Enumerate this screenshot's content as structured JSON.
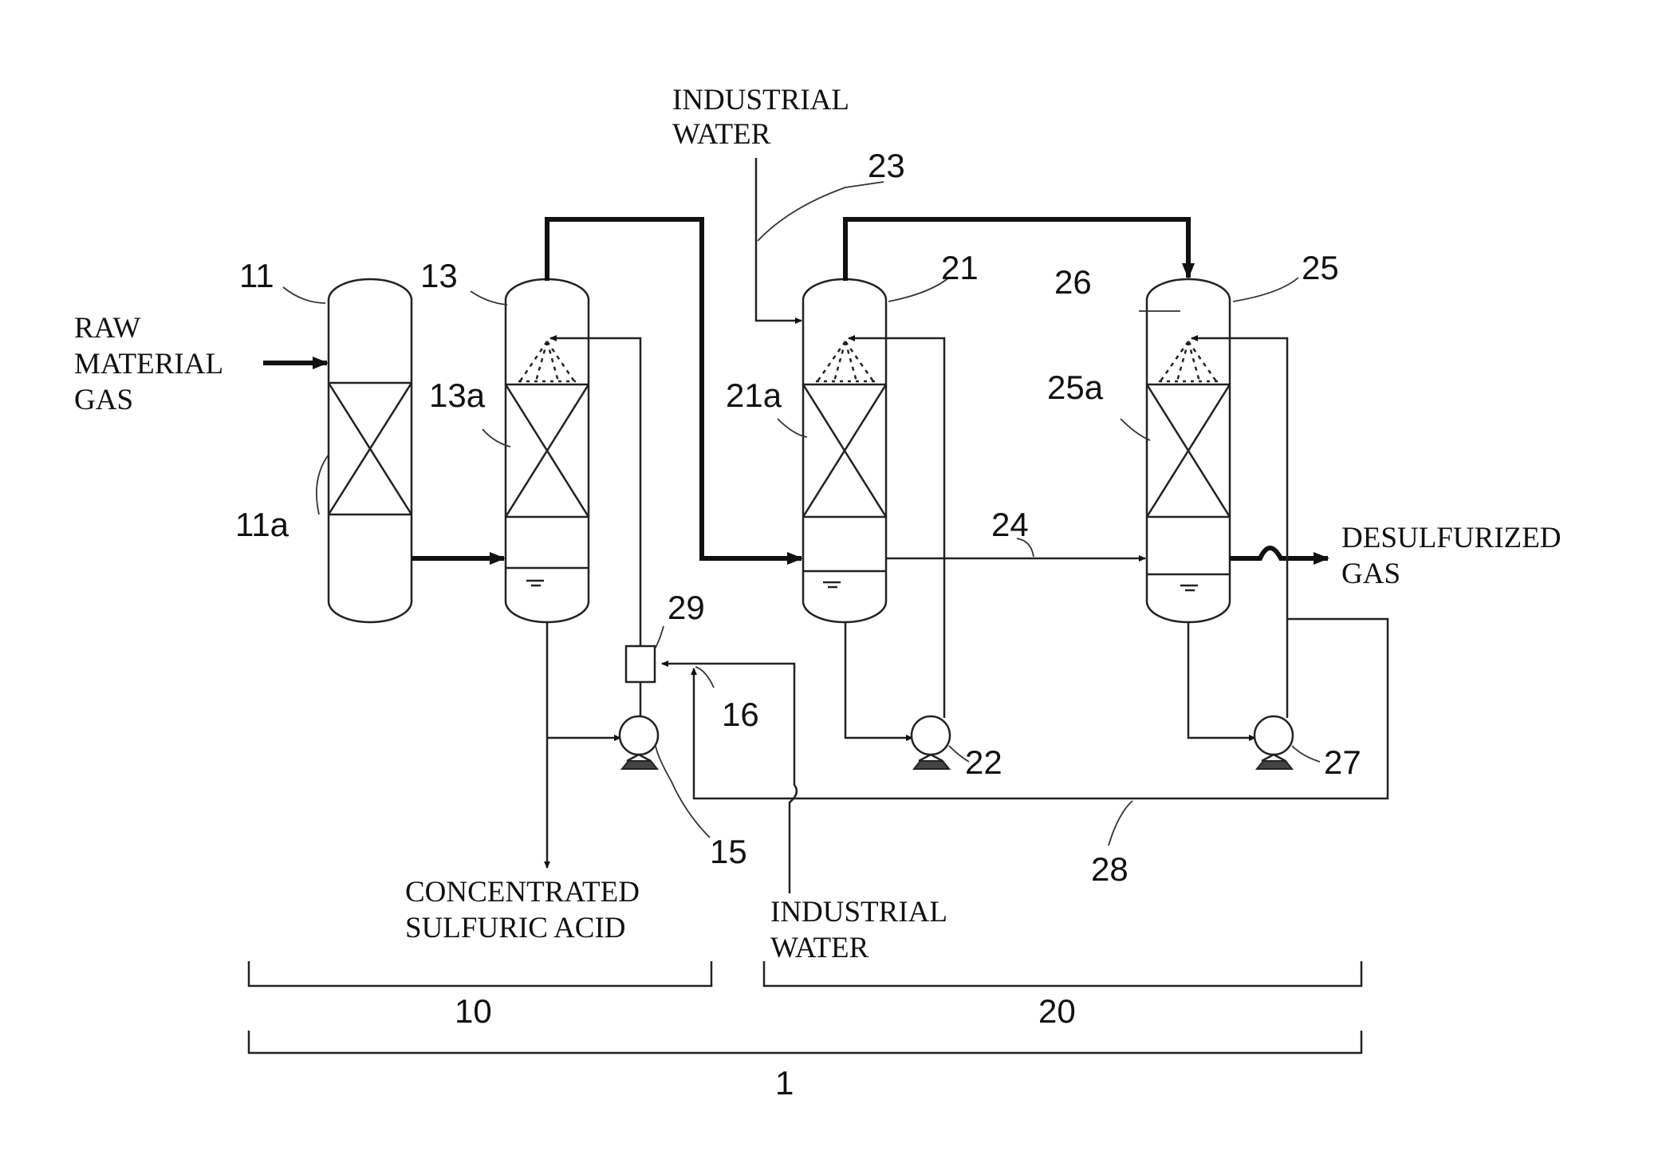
{
  "labels": {
    "raw_material_gas": [
      "RAW",
      "MATERIAL",
      "GAS"
    ],
    "industrial_water_top": [
      "INDUSTRIAL",
      "WATER"
    ],
    "industrial_water_bottom": [
      "INDUSTRIAL",
      "WATER"
    ],
    "desulfurized_gas": [
      "DESULFURIZED",
      "GAS"
    ],
    "concentrated_sulfuric_acid": [
      "CONCENTRATED",
      "SULFURIC ACID"
    ]
  },
  "refs": {
    "r11": "11",
    "r11a": "11a",
    "r13": "13",
    "r13a": "13a",
    "r21": "21",
    "r21a": "21a",
    "r22": "22",
    "r23": "23",
    "r24": "24",
    "r25": "25",
    "r25a": "25a",
    "r26": "26",
    "r27": "27",
    "r28": "28",
    "r29": "29",
    "r15": "15",
    "r16": "16",
    "r10": "10",
    "r20": "20",
    "r1": "1"
  }
}
